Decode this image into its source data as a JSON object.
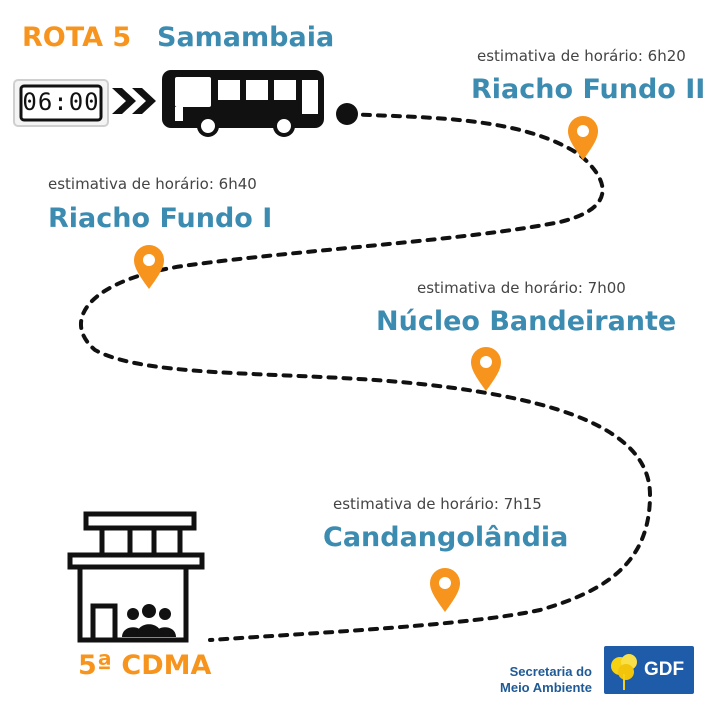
{
  "header": {
    "route": "ROTA 5",
    "origin": "Samambaia",
    "clock_time": "06:00"
  },
  "stops": [
    {
      "estimate": "estimativa de horário: 6h20",
      "name": "Riacho Fundo II"
    },
    {
      "estimate": "estimativa de horário: 6h40",
      "name": "Riacho Fundo I"
    },
    {
      "estimate": "estimativa de horário: 7h00",
      "name": "Núcleo Bandeirante"
    },
    {
      "estimate": "estimativa de horário: 7h15",
      "name": "Candangolândia"
    }
  ],
  "destination": "5ª CDMA",
  "footer": {
    "secretaria_line1": "Secretaria do",
    "secretaria_line2": "Meio Ambiente",
    "gdf": "GDF"
  },
  "colors": {
    "accent_orange": "#f7941d",
    "accent_blue": "#3c8bb0"
  }
}
